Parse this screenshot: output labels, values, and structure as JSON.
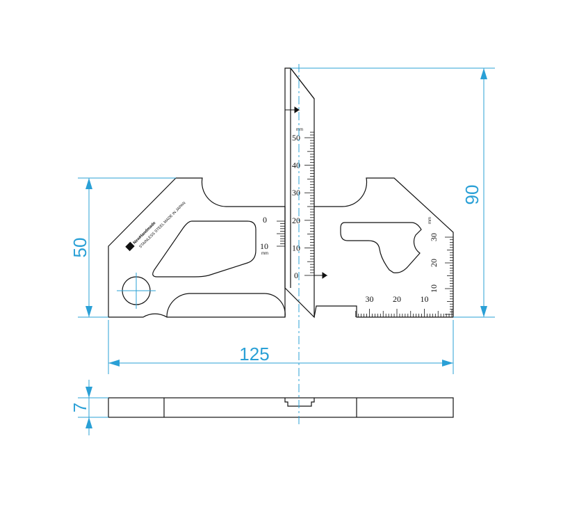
{
  "dimensions": {
    "height_total": "90",
    "height_body": "50",
    "width_total": "125",
    "thickness": "7"
  },
  "gauge": {
    "brand": "NewHandmade",
    "material": "STAINLESS STEEL",
    "origin": "MADE IN JAPAN",
    "unit_label": "mm",
    "vertical_scale_labels": [
      "0",
      "10",
      "20",
      "30",
      "40",
      "50"
    ],
    "left_scale_labels": [
      "0",
      "10"
    ],
    "right_scale_labels": [
      "10",
      "20",
      "30"
    ],
    "bottom_scale_labels": [
      "30",
      "20",
      "10"
    ]
  },
  "colors": {
    "dimension": "#2aa0d6",
    "outline": "#111111"
  }
}
